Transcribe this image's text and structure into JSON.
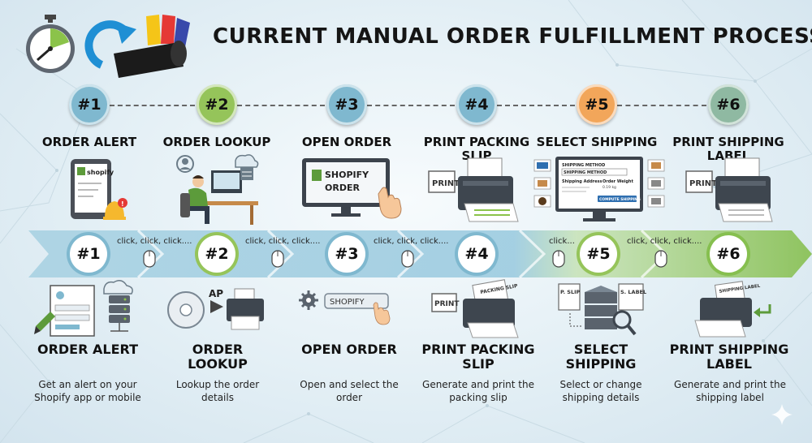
{
  "title": "CURRENT MANUAL ORDER FULFILLMENT PROCESS",
  "colors": {
    "teal": "#7fb8cf",
    "green": "#95c45a",
    "orange": "#f2a65a",
    "dark_green": "#8fb9a2"
  },
  "top_steps": [
    {
      "badge": "#1",
      "label": "ORDER ALERT",
      "icon": "tablet-bell-icon",
      "screen_text": "shopify"
    },
    {
      "badge": "#2",
      "label": "ORDER LOOKUP",
      "icon": "person-desk-icon"
    },
    {
      "badge": "#3",
      "label": "OPEN ORDER",
      "icon": "monitor-hand-icon",
      "screen_line1": "SHOPIFY",
      "screen_line2": "ORDER"
    },
    {
      "badge": "#4",
      "label": "PRINT PACKING SLIP",
      "icon": "printer-icon",
      "tag": "PRINT"
    },
    {
      "badge": "#5",
      "label": "SELECT SHIPPING",
      "icon": "shipping-screen-icon",
      "screen": {
        "header": "SHIPPING METHOD",
        "select": "SHIPPING METHOD",
        "address": "Shipping Address",
        "weight": "Order Weight",
        "weight_value": "0.19 kg",
        "button": "COMPUTE SHIPPING"
      }
    },
    {
      "badge": "#6",
      "label": "PRINT SHIPPING LABEL",
      "icon": "printer-icon",
      "tag": "PRINT"
    }
  ],
  "arrow_steps": [
    "#1",
    "#2",
    "#3",
    "#4",
    "#5",
    "#6"
  ],
  "clicks": [
    "click, click, click....",
    "click, click, click....",
    "click, click, click....",
    "click...",
    "click, click, click...."
  ],
  "bottom_steps": [
    {
      "title": "ORDER ALERT",
      "desc": "Get an alert on your Shopify app or mobile",
      "icon": "form-server-icon"
    },
    {
      "title": "ORDER LOOKUP",
      "desc": "Lookup the order details",
      "icon": "disc-printer-icon",
      "tag": "AP"
    },
    {
      "title": "OPEN ORDER",
      "desc": "Open and select the order",
      "icon": "gear-button-icon",
      "button": "SHOPIFY"
    },
    {
      "title": "PRINT PACKING SLIP",
      "desc": "Generate and print the packing slip",
      "icon": "printer-icon",
      "tag": "PRINT",
      "sheet": "PACKING SLIP"
    },
    {
      "title": "SELECT SHIPPING",
      "desc": "Select or change shipping details",
      "icon": "docs-server-icon",
      "doc1": "P. SLIP",
      "doc2": "S. LABEL"
    },
    {
      "title": "PRINT SHIPPING LABEL",
      "desc": "Generate and print the shipping label",
      "icon": "printer-icon",
      "sheet": "SHIPPING LABEL"
    }
  ]
}
